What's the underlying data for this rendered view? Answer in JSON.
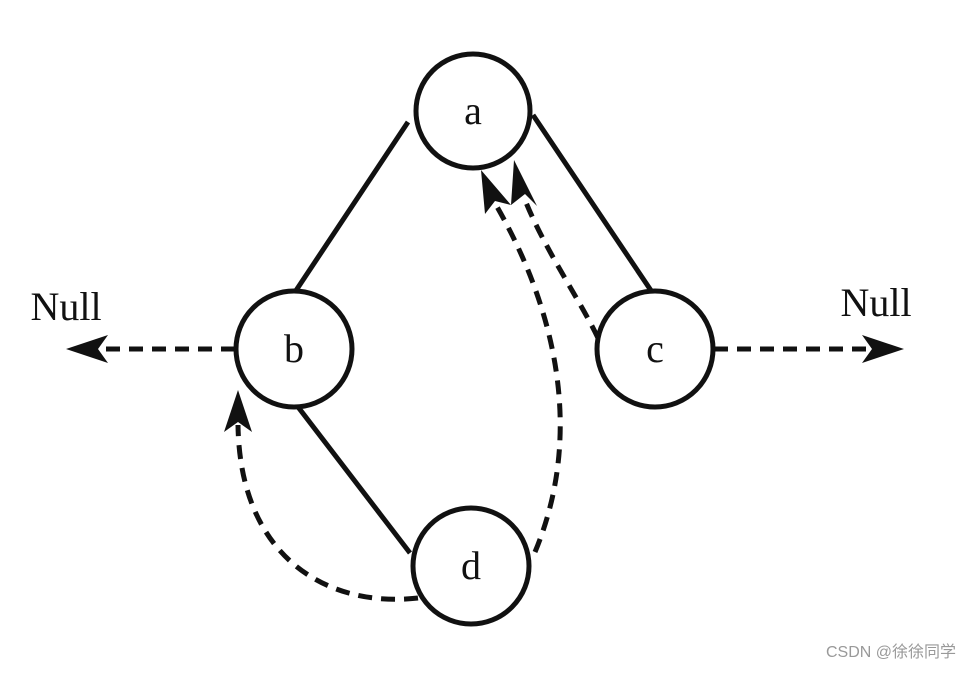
{
  "nodes": {
    "a": "a",
    "b": "b",
    "c": "c",
    "d": "d"
  },
  "null_labels": {
    "left": "Null",
    "right": "Null"
  },
  "watermark": "CSDN @徐徐同学",
  "colors": {
    "ink": "#111111",
    "background": "#ffffff",
    "watermark": "#999999"
  }
}
